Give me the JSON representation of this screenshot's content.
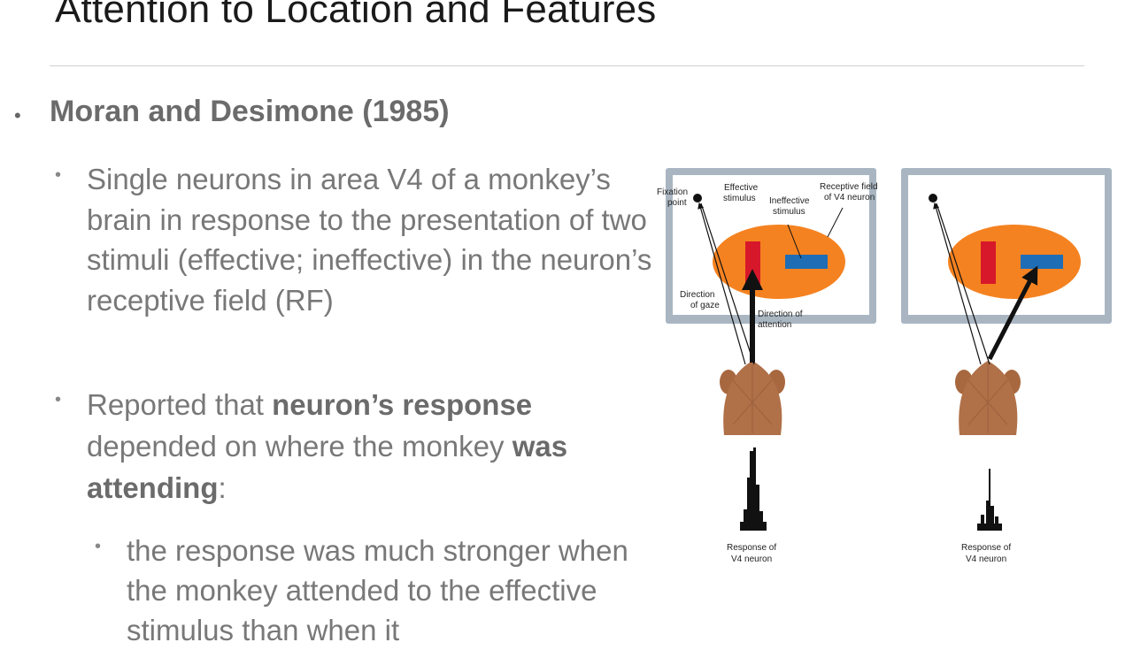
{
  "slide": {
    "title": "Attention to Location and Features",
    "bullet1": "Moran and Desimone (1985)",
    "bullet2a": "Single neurons in area V4 of a monkey’s brain in response to the presentation of two stimuli (effective; ineffective) in the neuron’s receptive field (RF)",
    "bullet2b": {
      "t1": "Reported that ",
      "b1": "neuron’s response",
      "t2": " depended on where the monkey ",
      "b2": "was attending",
      "t3": ":"
    },
    "bullet3": "the response was much stronger when the monkey attended to the effective stimulus than when it"
  },
  "figure": {
    "labels": {
      "fixation_point_1": "Fixation",
      "fixation_point_2": "point",
      "effective_stimulus_1": "Effective",
      "effective_stimulus_2": "stimulus",
      "ineffective_stimulus_1": "Ineffective",
      "ineffective_stimulus_2": "stimulus",
      "receptive_field_1": "Receptive field",
      "receptive_field_2": "of V4 neuron",
      "direction_of_gaze_1": "Direction",
      "direction_of_gaze_2": "of gaze",
      "direction_of_attention_1": "Direction of",
      "direction_of_attention_2": "attention",
      "response_left_1": "Response of",
      "response_left_2": "V4 neuron",
      "response_right_1": "Response of",
      "response_right_2": "V4 neuron"
    },
    "colors": {
      "receptive_field": "#f58220",
      "effective_stimulus": "#d7182a",
      "ineffective_stimulus": "#1f6db5",
      "monitor_frame": "#a9b6c2",
      "monkey_fur": "#b07048"
    }
  }
}
